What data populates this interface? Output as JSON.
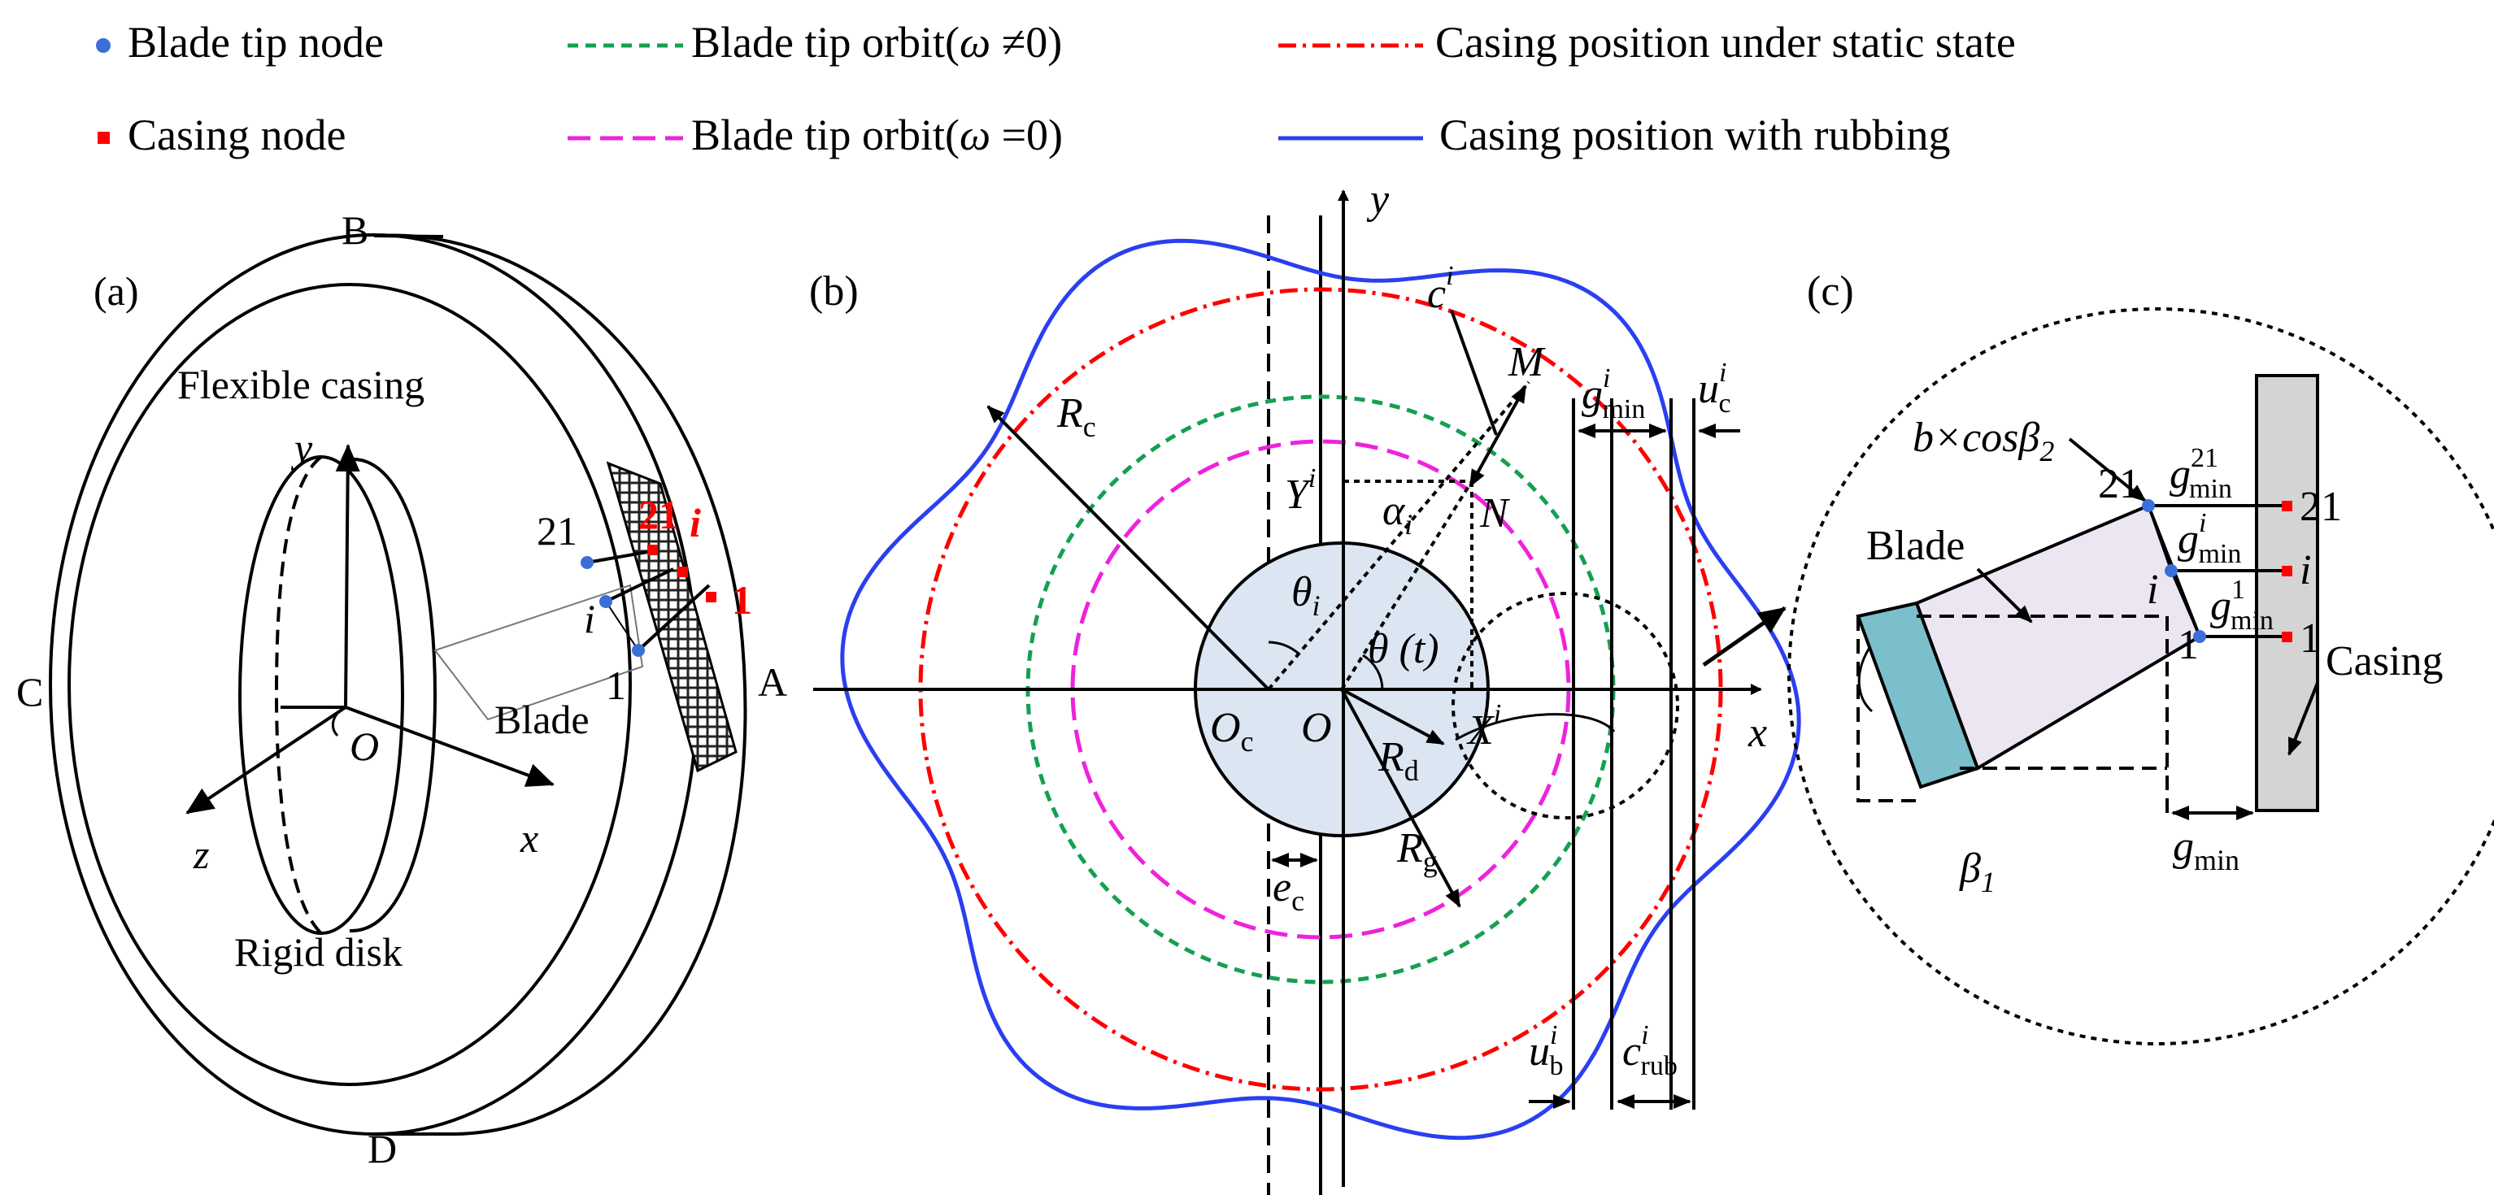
{
  "legend": {
    "blade_tip_node": "Blade tip node",
    "orbit_nonzero_prefix": "Blade tip orbit(",
    "omega": "ω",
    "orbit_nonzero_suffix": " ≠0)",
    "casing_static": "Casing position under static state",
    "casing_node": "Casing node",
    "orbit_zero_prefix": "Blade tip orbit(",
    "orbit_zero_suffix": " =0)",
    "casing_rubbing": "Casing position with rubbing",
    "colors": {
      "blade_node": "#3a6fd8",
      "casing_node": "#ff0000",
      "orbit_nonzero": "#14a050",
      "orbit_zero": "#ee22dd",
      "casing_static": "#ff0000",
      "casing_rubbing": "#2a3ff0"
    }
  },
  "panel_a": {
    "label": "(a)",
    "B": "B",
    "C": "C",
    "D": "D",
    "A": "A",
    "flexible_casing": "Flexible casing",
    "rigid_disk": "Rigid disk",
    "blade": "Blade",
    "y": "y",
    "x": "x",
    "z": "z",
    "O": "O",
    "node_21": "21",
    "node_i": "i",
    "node_1": "1",
    "red_21": "21",
    "red_i": "i",
    "red_1": "1"
  },
  "panel_b": {
    "label": "(b)",
    "y": "y",
    "x": "x",
    "c": "c",
    "c_sup": "i",
    "M": "M",
    "N": "N",
    "Rc": "R",
    "Rc_sub": "c",
    "Y": "Y",
    "Y_sup": "i",
    "alpha": "α",
    "alpha_sub": "i",
    "theta_i": "θ",
    "theta_i_sub": "i",
    "theta_t": "θ (t)",
    "Oc": "O",
    "Oc_sub": "c",
    "O": "O",
    "X": "X",
    "X_sup": "i",
    "Rd": "R",
    "Rd_sub": "d",
    "Rg": "R",
    "Rg_sub": "g",
    "ec": "e",
    "ec_sub": "c",
    "gmin": "g",
    "gmin_sup": "i",
    "gmin_sub": "min",
    "uc": "u",
    "uc_sup": "i",
    "uc_sub": "c",
    "ub": "u",
    "ub_sup": "i",
    "ub_sub": "b",
    "crub": "c",
    "crub_sup": "i",
    "crub_sub": "rub"
  },
  "panel_c": {
    "label": "(c)",
    "bcos": "b×cosβ",
    "bcos_sub": "2",
    "blade": "Blade",
    "casing": "Casing",
    "beta1": "β",
    "beta1_sub": "1",
    "g": "g",
    "min": "min",
    "g21_sup": "21",
    "gi_sup": "i",
    "g1_sup": "1",
    "left_21": "21",
    "left_i": "i",
    "left_1": "1",
    "right_21": "21",
    "right_i": "i",
    "right_1": "1",
    "gmin_bottom_sub": "min"
  }
}
